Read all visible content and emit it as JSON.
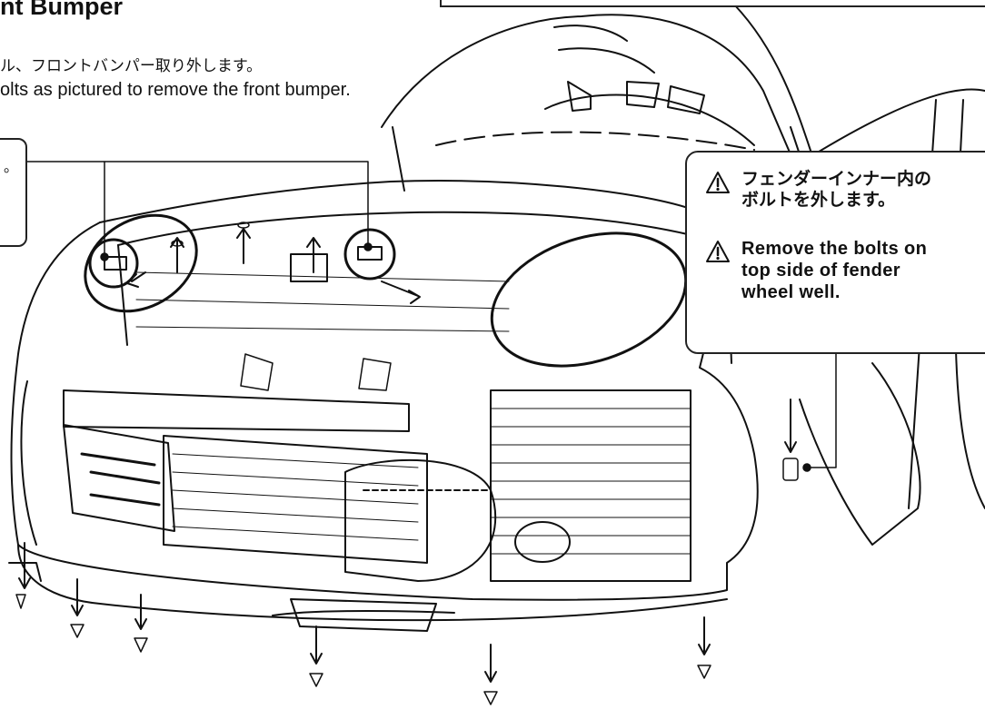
{
  "header": {
    "title": "nt Bumper",
    "instruction_ja": "ル、フロントバンパー取り外します。",
    "instruction_en": "olts as pictured to remove the front bumper."
  },
  "left_callout": {
    "text": "。"
  },
  "callout": {
    "ja_text": "フェンダーインナー内の\nボルトを外します。",
    "en_text": "Remove the bolts on\ntop side of fender\nwheel well."
  },
  "icons": {
    "warning": "warning-triangle-icon"
  },
  "colors": {
    "line": "#111111",
    "background": "#ffffff"
  }
}
